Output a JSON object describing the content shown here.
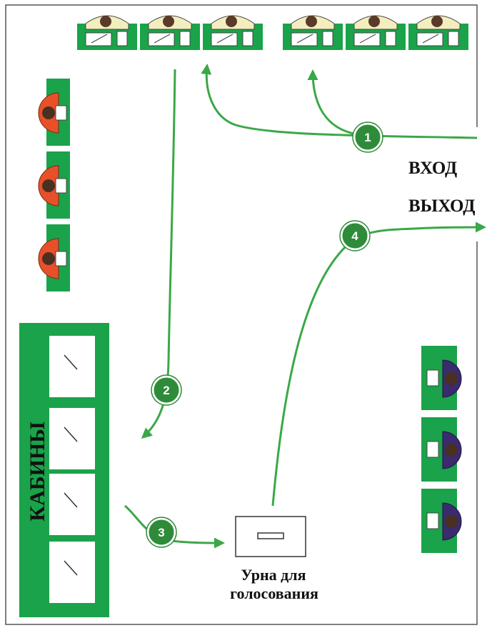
{
  "labels": {
    "entrance": "ВХОД",
    "exit": "ВЫХОД",
    "booths": "КАБИНЫ",
    "urn_line1": "Урна для",
    "urn_line2": "голосования"
  },
  "steps": [
    "1",
    "2",
    "3",
    "4"
  ],
  "colors": {
    "green": "#1aa34a",
    "arrow": "#3aa847",
    "step_fill": "#2e8b3a",
    "official": "#f3eebe",
    "observer_left": "#e8502a",
    "observer_right": "#3a2a6e",
    "wall": "#555555"
  },
  "icons": {
    "official": "official-at-desk-icon",
    "observer_left": "observer-left-icon",
    "observer_right": "observer-right-icon",
    "booth": "voting-booth-icon",
    "urn": "ballot-urn-icon"
  }
}
